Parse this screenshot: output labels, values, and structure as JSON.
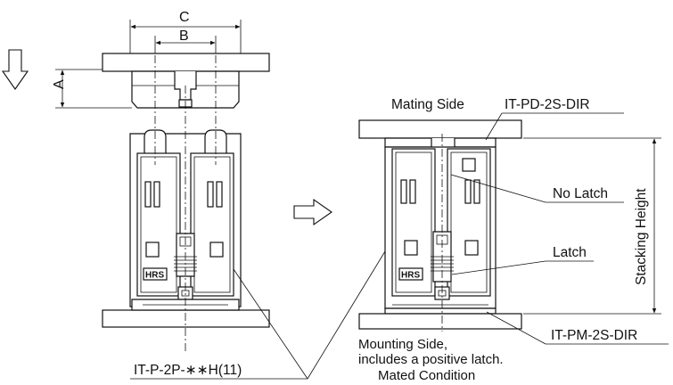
{
  "labels": {
    "dim_c": "C",
    "dim_b": "B",
    "dim_a": "A",
    "mating_side": "Mating Side",
    "receptacle_part": "IT-PD-2S-DIR",
    "no_latch": "No Latch",
    "latch": "Latch",
    "stacking_height": "Stacking Height",
    "plug_part": "IT-PM-2S-DIR",
    "mounting_side": "Mounting Side,",
    "positive_latch": "includes a positive latch.",
    "mated_condition": "Mated Condition",
    "header_part": "IT-P-2P-∗∗H(11)",
    "logo": "HRS"
  },
  "icons": [
    "down-arrow-icon",
    "right-arrow-icon"
  ]
}
